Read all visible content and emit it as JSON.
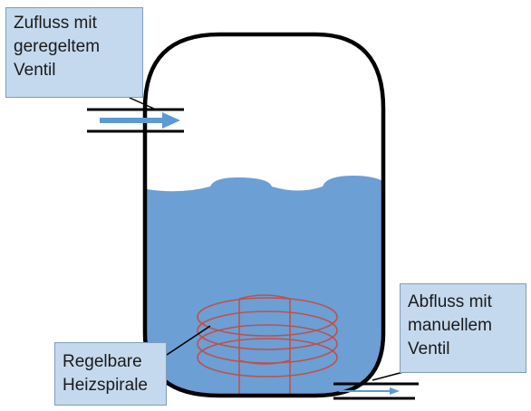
{
  "labels": {
    "inflow": [
      "Zufluss mit",
      "geregeltem",
      "Ventil"
    ],
    "heater": [
      "Regelbare",
      "Heizspirale"
    ],
    "outflow": [
      "Abfluss mit",
      "manuellem",
      "Ventil"
    ]
  },
  "colors": {
    "water": "#6c9fd4",
    "tank_outline": "#000000",
    "coil": "#c0504d",
    "arrow": "#5b9bd5",
    "callout_fill": "#c5d9ee",
    "callout_border": "#7f9cbd"
  }
}
